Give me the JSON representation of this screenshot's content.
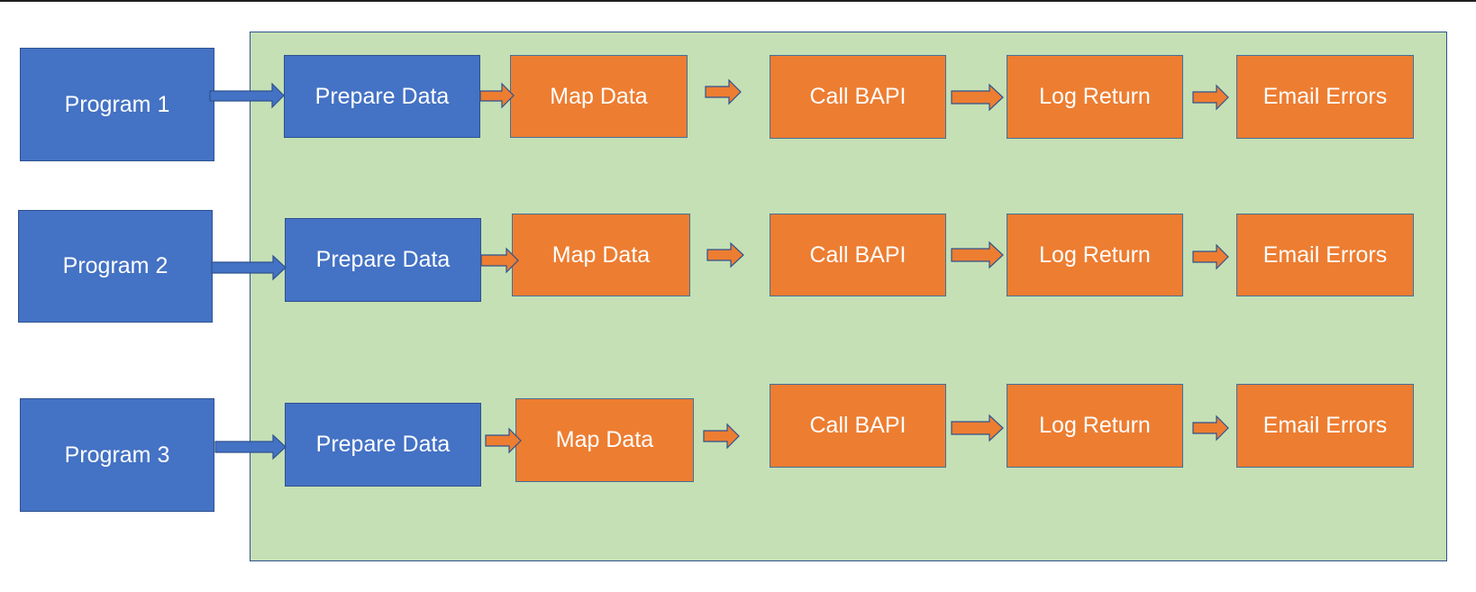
{
  "diagram": {
    "colors": {
      "program_fill": "#4472c4",
      "step_fill": "#ed7d31",
      "panel_fill": "#c5e0b4",
      "arrow_blue": "#4472c4",
      "arrow_orange": "#ed7d31"
    },
    "rows": [
      {
        "program_label": "Program 1",
        "prepare_label": "Prepare Data",
        "map_label": "Map Data",
        "bapi_label": "Call BAPI",
        "log_label": "Log Return",
        "email_label": "Email Errors"
      },
      {
        "program_label": "Program 2",
        "prepare_label": "Prepare Data",
        "map_label": "Map Data",
        "bapi_label": "Call BAPI",
        "log_label": "Log Return",
        "email_label": "Email Errors"
      },
      {
        "program_label": "Program 3",
        "prepare_label": "Prepare Data",
        "map_label": "Map Data",
        "bapi_label": "Call BAPI",
        "log_label": "Log Return",
        "email_label": "Email Errors"
      }
    ]
  }
}
